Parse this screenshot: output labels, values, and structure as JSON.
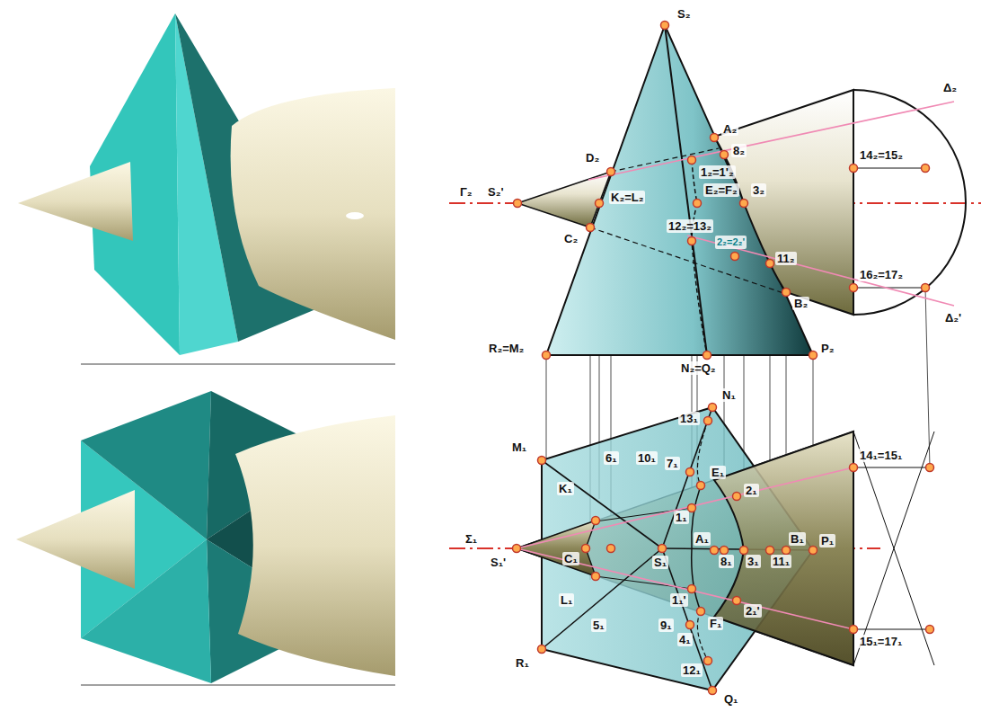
{
  "diagram": {
    "labels": [
      "S₂",
      "A₂",
      "D₂",
      "1₂=1'₂",
      "8₂",
      "E₂=F₂",
      "3₂",
      "Γ₂",
      "S₂'",
      "K₂=L₂",
      "C₂",
      "12₂=13₂",
      "2₂=2₂'",
      "11₂",
      "B₂",
      "14₂=15₂",
      "16₂=17₂",
      "Δ₂",
      "Δ₂'",
      "R₂=M₂",
      "N₂=Q₂",
      "P₂",
      "N₁",
      "13₁",
      "M₁",
      "6₁",
      "10₁",
      "7₁",
      "E₁",
      "14₁=15₁",
      "K₁",
      "2₁",
      "1₁",
      "Σ₁",
      "S₁'",
      "C₁",
      "S₁",
      "A₁",
      "8₁",
      "3₁",
      "11₁",
      "B₁",
      "P₁",
      "1₁'",
      "L₁",
      "5₁",
      "9₁",
      "2₁'",
      "F₁",
      "4₁",
      "15₁=17₁",
      "R₁",
      "12₁",
      "Q₁"
    ]
  }
}
